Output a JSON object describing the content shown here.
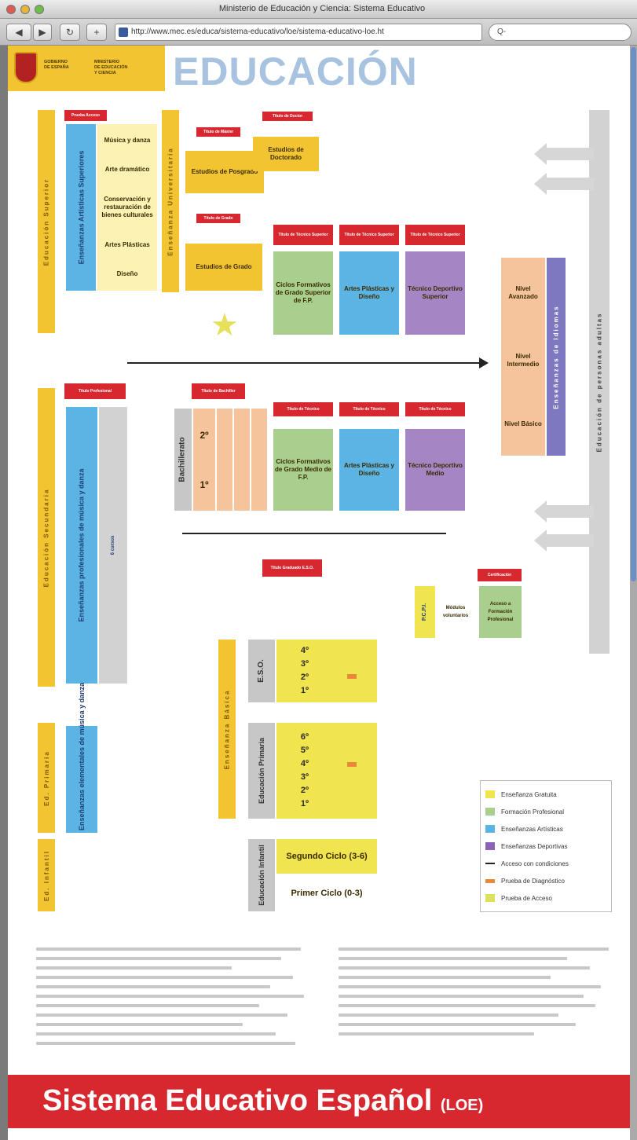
{
  "browser": {
    "window_title": "Ministerio de Educación y Ciencia: Sistema Educativo",
    "url": "http://www.mec.es/educa/sistema-educativo/loe/sistema-educativo-loe.ht",
    "search_placeholder": "Q-"
  },
  "header": {
    "logo_line1": "GOBIERNO",
    "logo_line2": "DE ESPAÑA",
    "logo_ministry1": "MINISTERIO",
    "logo_ministry2": "DE EDUCACIÓN",
    "logo_ministry3": "Y CIENCIA",
    "title": "EDUCACIÓN"
  },
  "stages": {
    "superior": "Educación Superior",
    "secundaria": "Educación Secundaria",
    "primaria": "Ed. Primaria",
    "infantil": "Ed. Infantil",
    "basica": "Enseñanza Básica",
    "universitaria": "Enseñanza Universitaria",
    "personas_adultas": "Educación de personas adultas",
    "idiomas": "Enseñanzas de Idiomas"
  },
  "superior": {
    "artisticas": "Enseñanzas Artísticas Superiores",
    "artisticas_list": [
      "Música y danza",
      "Arte dramático",
      "Conservación y restauración de bienes culturales",
      "Artes Plásticas",
      "Diseño"
    ],
    "posgrado": "Estudios de Posgrado",
    "doctorado": "Estudios de Doctorado",
    "grado": "Estudios de Grado",
    "cf_superior": "Ciclos Formativos de Grado Superior de F.P.",
    "artes_superior": "Artes Plásticas y Diseño",
    "deport_superior": "Técnico Deportivo Superior"
  },
  "secundaria": {
    "prof_musica": "Enseñanzas profesionales de música y danza",
    "bachillerato": "Bachillerato",
    "bach_years": [
      "2º",
      "1º"
    ],
    "cf_medio": "Ciclos Formativos de Grado Medio de F.P.",
    "artes_medio": "Artes Plásticas y Diseño",
    "deport_medio": "Técnico Deportivo Medio",
    "pcpi": "P.C.P.I.",
    "modulos": "Módulos voluntarios",
    "ingreso": "Acceso a Formación Profesional"
  },
  "idiomas_levels": [
    "Nivel Avanzado",
    "Nivel Intermedio",
    "Nivel Básico"
  ],
  "basica": {
    "eso": "E.S.O.",
    "eso_years": [
      "4º",
      "3º",
      "2º",
      "1º"
    ],
    "primaria": "Educación Primaria",
    "primaria_years": [
      "6º",
      "5º",
      "4º",
      "3º",
      "2º",
      "1º"
    ],
    "infantil": "Educación Infantil",
    "segundo_ciclo": "Segundo Ciclo (3-6)",
    "primer_ciclo": "Primer Ciclo (0-3)",
    "elementales": "Enseñanzas elementales de música y danza"
  },
  "legend": [
    {
      "label": "Enseñanza Gratuita",
      "color": "#f0e54e"
    },
    {
      "label": "Formación Profesional",
      "color": "#a8cf8e"
    },
    {
      "label": "Enseñanzas Artísticas",
      "color": "#5cb4e4"
    },
    {
      "label": "Enseñanzas Deportivas",
      "color": "#8a64b4"
    },
    {
      "label": "Acceso con condiciones",
      "color": "#222222"
    },
    {
      "label": "Prueba de Diagnóstico",
      "color": "#e7883a"
    },
    {
      "label": "Prueba de Acceso",
      "color": "#d9e25a"
    }
  ],
  "footer": {
    "title": "Sistema Educativo Español",
    "suffix": "(LOE)"
  },
  "colors": {
    "gold": "#f3c431",
    "red": "#d7282f",
    "title_blue": "#a8c3df"
  }
}
